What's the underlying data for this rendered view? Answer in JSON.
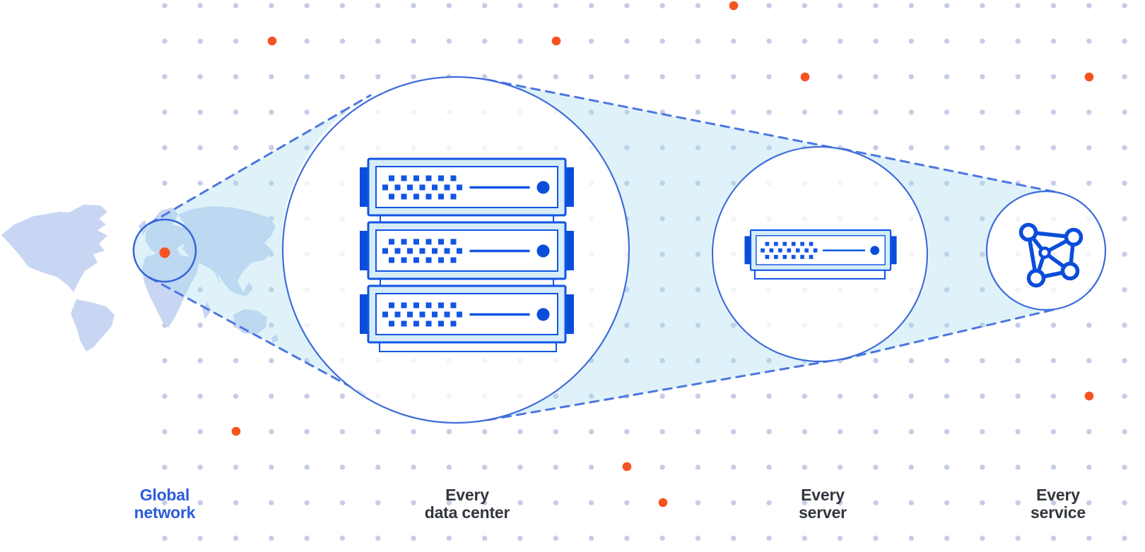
{
  "diagram": {
    "title": "Global network zoom diagram",
    "stages": [
      {
        "key": "global_network",
        "label_line1": "Global",
        "label_line2": "network",
        "emphasis": "blue",
        "icon": "world-map-with-location-marker"
      },
      {
        "key": "every_data_center",
        "label_line1": "Every",
        "label_line2": "data center",
        "emphasis": "dark",
        "icon": "server-rack-stack",
        "server_units": 3
      },
      {
        "key": "every_server",
        "label_line1": "Every",
        "label_line2": "server",
        "emphasis": "dark",
        "icon": "single-server",
        "server_units": 1
      },
      {
        "key": "every_service",
        "label_line1": "Every",
        "label_line2": "service",
        "emphasis": "dark",
        "icon": "network-graph"
      }
    ]
  },
  "theme": {
    "colors": {
      "accent-blue": "#1155e4",
      "deep-blue": "#0a4ddb",
      "circle-stroke": "#3e6cdb",
      "dash-blue": "#4c77e0",
      "map-blue": "#c8d6f3",
      "grid-dot": "#c5cde6",
      "orange": "#f65321",
      "label-dark": "#31363d",
      "label-blue": "#2b5cd9",
      "server-fill": "#d6edf9"
    }
  }
}
